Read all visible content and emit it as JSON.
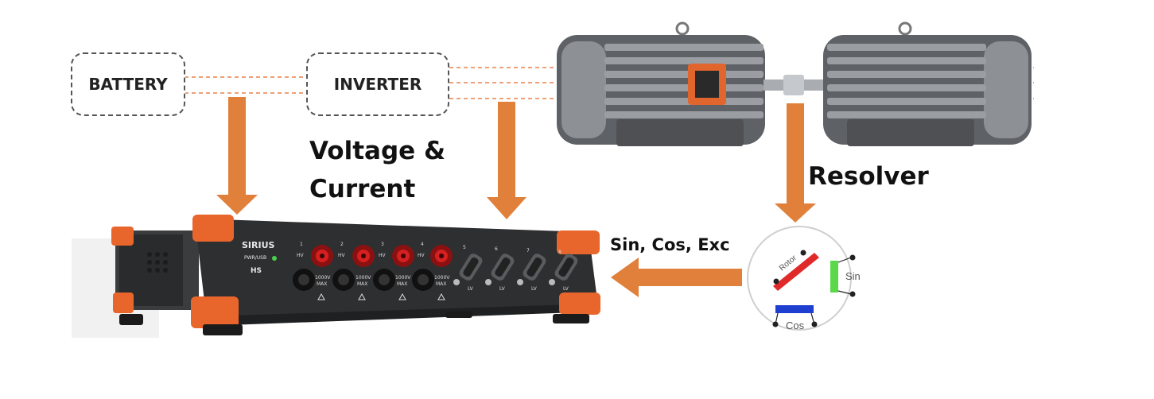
{
  "blocks": {
    "battery": "BATTERY",
    "inverter": "INVERTER"
  },
  "labels": {
    "voltage_line1": "Voltage &",
    "voltage_line2": "Current",
    "resolver": "Resolver",
    "signals": "Sin, Cos, Exc"
  },
  "device": {
    "brand": "SIRIUS",
    "power_label": "PWR/USB",
    "model": "HS",
    "hv_channels": [
      {
        "num": "1",
        "type": "HV",
        "rating": "1000V",
        "rating2": "MAX"
      },
      {
        "num": "2",
        "type": "HV",
        "rating": "1000V",
        "rating2": "MAX"
      },
      {
        "num": "3",
        "type": "HV",
        "rating": "1000V",
        "rating2": "MAX"
      },
      {
        "num": "4",
        "type": "HV",
        "rating": "1000V",
        "rating2": "MAX"
      }
    ],
    "lv_channels": [
      {
        "num": "5",
        "type": "LV"
      },
      {
        "num": "6",
        "type": "LV"
      },
      {
        "num": "7",
        "type": "LV"
      },
      {
        "num": "8",
        "type": "LV"
      }
    ]
  },
  "resolver_diagram": {
    "rotor": "Rotor",
    "sin": "Sin",
    "cos": "Cos"
  },
  "colors": {
    "arrow": "#e0803a",
    "dashed_line": "#e8804a",
    "device_body": "#2e2f31",
    "device_corner": "#e8662c",
    "motor": "#6b6e72",
    "terminal_box": "#e0662e",
    "rotor_bar": "#e02a2a",
    "sin_bar": "#5ad84a",
    "cos_bar": "#1f3fd0"
  }
}
